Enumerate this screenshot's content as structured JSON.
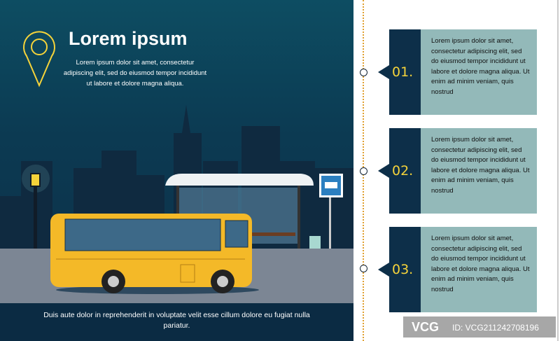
{
  "hero": {
    "title": "Lorem ipsum",
    "subtitle": "Lorem ipsum dolor sit amet, consectetur adipiscing elit, sed do eiusmod tempor incididunt ut labore et dolore magna aliqua.",
    "footer": "Duis aute dolor in reprehenderit in voluptate velit esse cillum dolore eu fugiat nulla pariatur."
  },
  "steps": [
    {
      "number": "01.",
      "text": "Lorem ipsum dolor sit amet, consectetur adipiscing elit, sed do eiusmod tempor incididunt ut labore et dolore magna aliqua. Ut enim ad minim veniam, quis nostrud"
    },
    {
      "number": "02.",
      "text": "Lorem ipsum dolor sit amet, consectetur adipiscing elit, sed do eiusmod tempor incididunt ut labore et dolore magna aliqua. Ut enim ad minim veniam, quis nostrud"
    },
    {
      "number": "03.",
      "text": "Lorem ipsum dolor sit amet, consectetur adipiscing elit, sed do eiusmod tempor incididunt ut labore et dolore magna aliqua. Ut enim ad minim veniam, quis nostrud"
    }
  ],
  "watermark": {
    "logo": "VCG",
    "id": "ID: VCG211242708196"
  },
  "colors": {
    "accent": "#f5d33a",
    "bus": "#f4b928",
    "panel": "#93b9b9",
    "dark": "#0d2f49"
  }
}
